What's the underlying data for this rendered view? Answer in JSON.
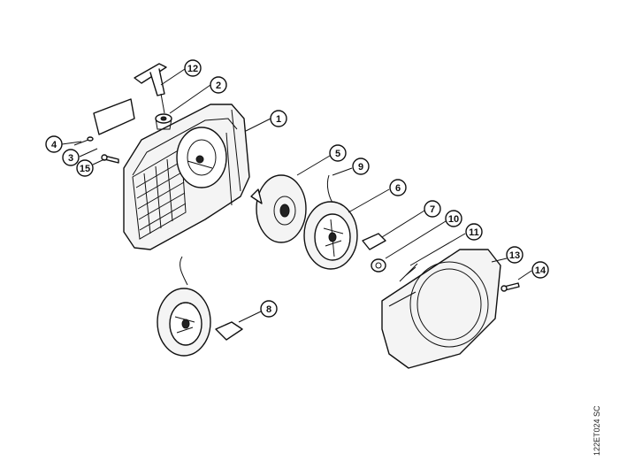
{
  "callouts": [
    {
      "id": "1",
      "label": "1"
    },
    {
      "id": "2",
      "label": "2"
    },
    {
      "id": "3",
      "label": "3"
    },
    {
      "id": "4",
      "label": "4"
    },
    {
      "id": "5",
      "label": "5"
    },
    {
      "id": "6",
      "label": "6"
    },
    {
      "id": "7",
      "label": "7"
    },
    {
      "id": "8",
      "label": "8"
    },
    {
      "id": "9",
      "label": "9"
    },
    {
      "id": "10",
      "label": "10"
    },
    {
      "id": "11",
      "label": "11"
    },
    {
      "id": "12",
      "label": "12"
    },
    {
      "id": "13",
      "label": "13"
    },
    {
      "id": "14",
      "label": "14"
    },
    {
      "id": "15",
      "label": "15"
    }
  ],
  "reference_code": "122ET024 SC"
}
